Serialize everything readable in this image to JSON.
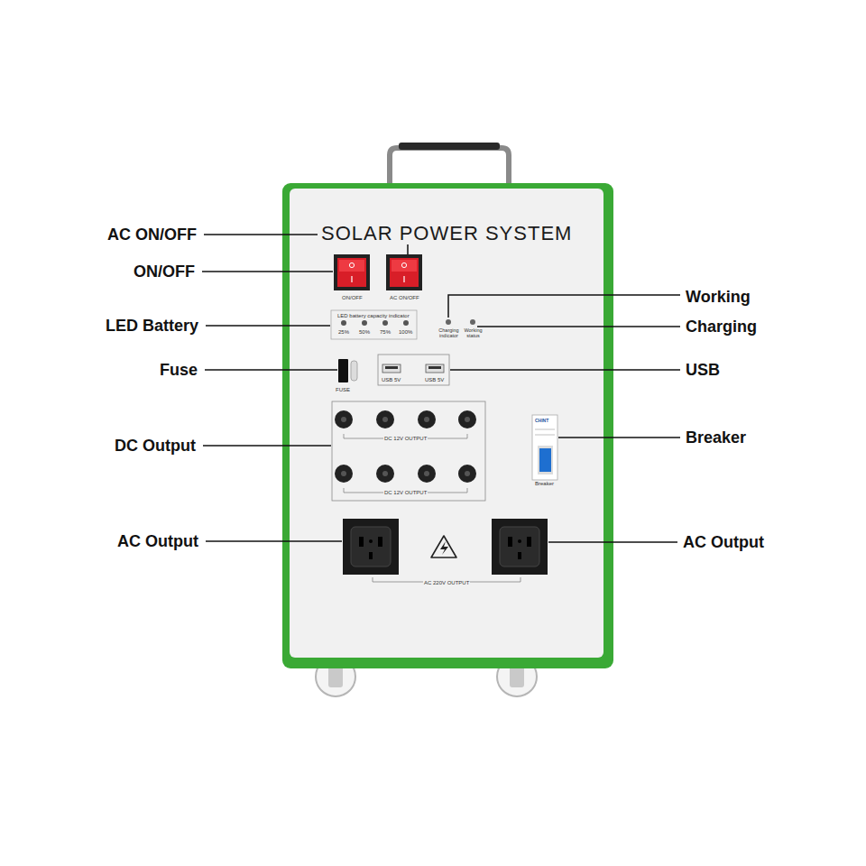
{
  "diagram": {
    "nodes": [
      {
        "text": [
          "SOLAR POWER SYSTEM"
        ]
      }
    ],
    "labels": [
      "AC ON/OFF",
      "ON/OFF",
      "LED Battery",
      "Fuse",
      "DC Output",
      "AC Output",
      "Working",
      "Charging",
      "USB",
      "Breaker",
      "AC Output",
      "ON/OFF",
      "AC ON/OFF",
      "LED battery capacity indicator",
      "25%",
      "50%",
      "75%",
      "100%",
      "Charging indicator",
      "Working status",
      "FUSE",
      "USB 5V",
      "USB 5V",
      "DC 12V OUTPUT",
      "DC 12V OUTPUT",
      "CHINT",
      "Breaker",
      "AC 220V OUTPUT"
    ]
  }
}
